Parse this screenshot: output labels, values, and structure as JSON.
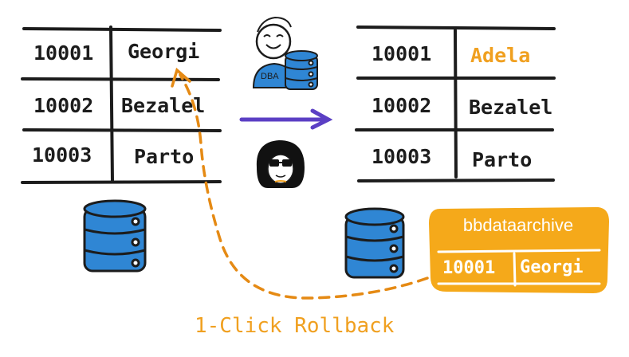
{
  "left_table": {
    "rows": [
      {
        "id": "10001",
        "name": "Georgi"
      },
      {
        "id": "10002",
        "name": "Bezalel"
      },
      {
        "id": "10003",
        "name": "Parto"
      }
    ]
  },
  "right_table": {
    "rows": [
      {
        "id": "10001",
        "name": "Adela"
      },
      {
        "id": "10002",
        "name": "Bezalel"
      },
      {
        "id": "10003",
        "name": "Parto"
      }
    ]
  },
  "dba_badge": "DBA",
  "archive": {
    "title": "bbdataarchive",
    "row": {
      "id": "10001",
      "name": "Georgi"
    }
  },
  "caption": "1-Click Rollback",
  "colors": {
    "accent": "#f0a020",
    "arrow": "#5b3fc4",
    "database": "#2f86d4",
    "ink": "#1c1c1c"
  }
}
